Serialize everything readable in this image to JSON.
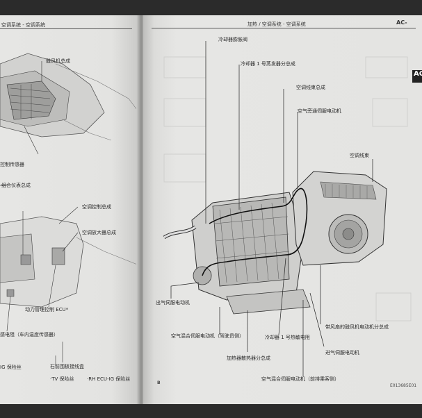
{
  "left_page": {
    "header": "空调系统 - 空调系统",
    "labels": {
      "blower": "鼓风机总成",
      "control_sensor": "控制传感器",
      "combination_meter": "组合仪表总成",
      "ac_control": "空调控制总成",
      "ac_amplifier": "空调放大器总成",
      "powertrain_ecu": "动力管理控制 ECU*",
      "sensor": "感电阻（车内温度传感器）",
      "rear_wire": "石前围板接线盒",
      "ig_relay": "IG 保险丝",
      "tv_fuse": "·TV 保险丝",
      "rh_ecu_ig": "·RH ECU-IG 保险丝"
    }
  },
  "right_page": {
    "header": "加热 / 空调系统 - 空调系统",
    "section": "AC-",
    "tab": "AC",
    "labels": {
      "cooling_expansion_valve": "冷却器膨胀阀",
      "evaporator_sub_assy": "冷却器 1 号蒸发器分总成",
      "ac_harness": "空调线束总成",
      "air_inlet_servo": "空气旁通伺服电动机",
      "ac_duct": "空调线束",
      "air_outlet_servo": "出气伺服电动机",
      "air_mix_servo_driver": "空气混合伺服电动机（驾驶员侧）",
      "cooler_thermistor": "冷却器 1 号热敏电阻",
      "heater_core": "加热器散热器分总成",
      "blower_motor_sub": "带风扇的鼓风机电动机分总成",
      "air_mode_servo": "进气伺服电动机",
      "air_mix_servo_passenger": "空气混合伺服电动机（前排乘客侧）"
    },
    "footer_left": "B",
    "footer_right": "E013685E01"
  }
}
